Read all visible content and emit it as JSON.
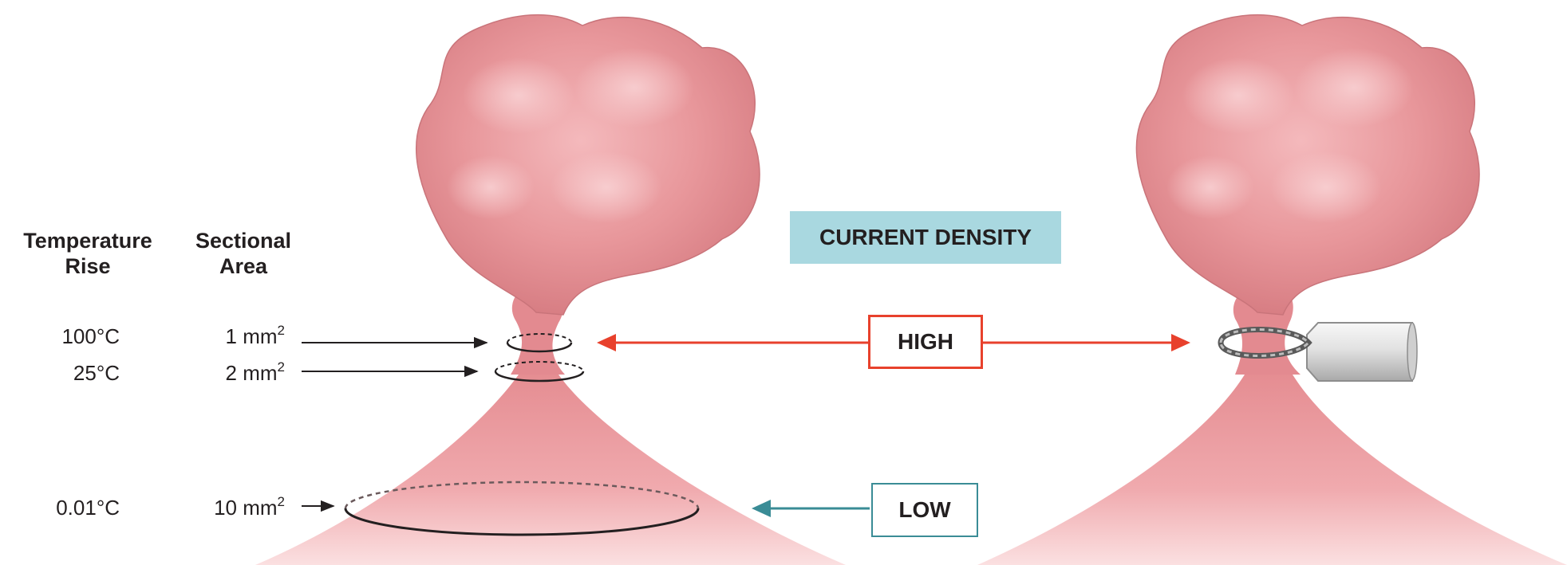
{
  "headers": {
    "temperature": [
      "Temperature",
      "Rise"
    ],
    "area": [
      "Sectional",
      "Area"
    ]
  },
  "rows": [
    {
      "temp": "100°C",
      "area_value": "1 mm",
      "area_exp": "2"
    },
    {
      "temp": "25°C",
      "area_value": "2 mm",
      "area_exp": "2"
    },
    {
      "temp": "0.01°C",
      "area_value": "10 mm",
      "area_exp": "2"
    }
  ],
  "current_density": {
    "title": "CURRENT DENSITY",
    "high_label": "HIGH",
    "low_label": "LOW"
  },
  "colors": {
    "tissue": "#e9898f",
    "tissue_dark": "#cf6f76",
    "high": "#e8412c",
    "low": "#3a8c96",
    "title_bg": "#a9d8e0",
    "text": "#231f20"
  },
  "icons": {
    "wire_loop": "snare-wire-icon",
    "catheter": "catheter-tube-icon"
  }
}
